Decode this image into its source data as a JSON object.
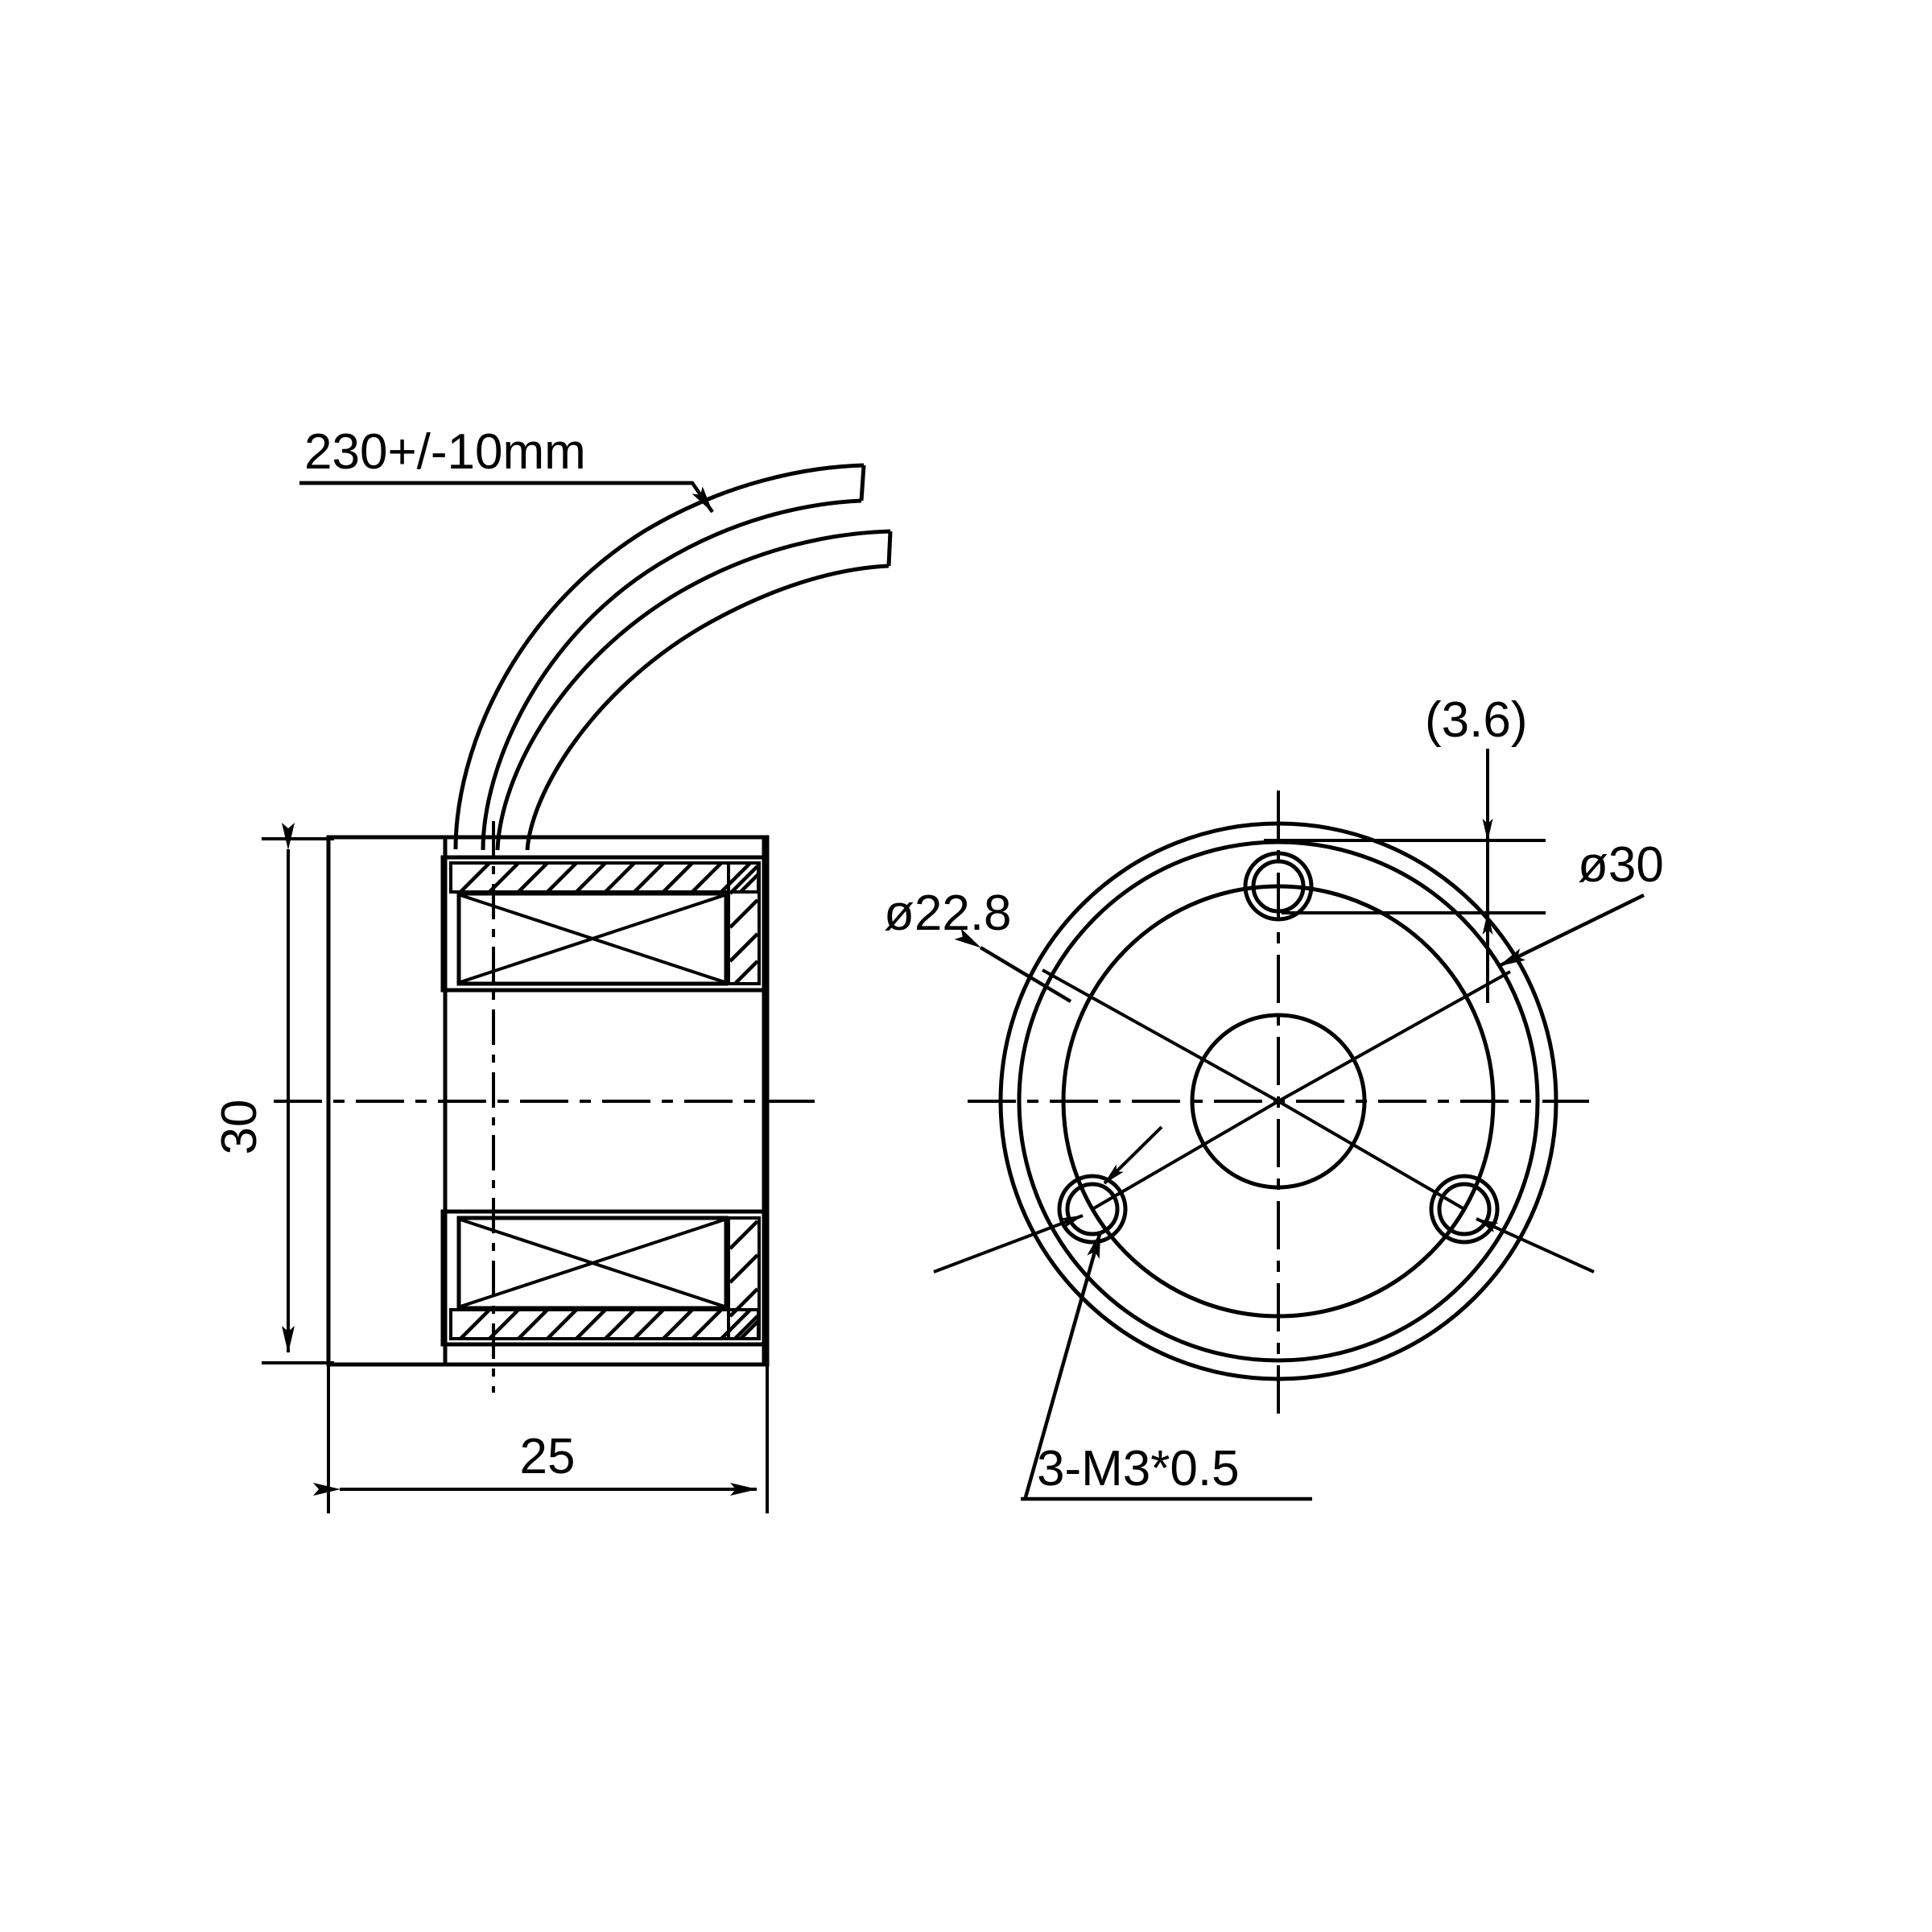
{
  "drawing": {
    "title": "Solenoid coil assembly technical drawing",
    "units": "mm",
    "line_color": "#000000",
    "background_color": "#ffffff",
    "views": [
      {
        "id": "section-view",
        "name": "Cross-section side view",
        "position": "left"
      },
      {
        "id": "front-view",
        "name": "Circular front view",
        "position": "right"
      }
    ]
  },
  "labels": {
    "cable_length": "230+/-10mm",
    "height": "30",
    "width": "25",
    "bolt_circle_dia": "ø22.8",
    "outer_dia": "ø30",
    "wall_thickness": "(3.6)",
    "thread_callout": "3-M3*0.5"
  },
  "dimensions": {
    "cable_length_value": 230,
    "cable_length_tolerance": 10,
    "cable_length_unit": "mm",
    "body_height": 30,
    "body_width": 25,
    "bolt_circle_diameter": 22.8,
    "outer_diameter": 30,
    "flange_thickness": 3.6,
    "thread_count": 3,
    "thread_spec": "M3*0.5"
  },
  "features": {
    "cable_leads": 2,
    "coil_sections": 2,
    "mounting_holes": 3,
    "mounting_hole_angles_deg": [
      90,
      210,
      330
    ]
  }
}
